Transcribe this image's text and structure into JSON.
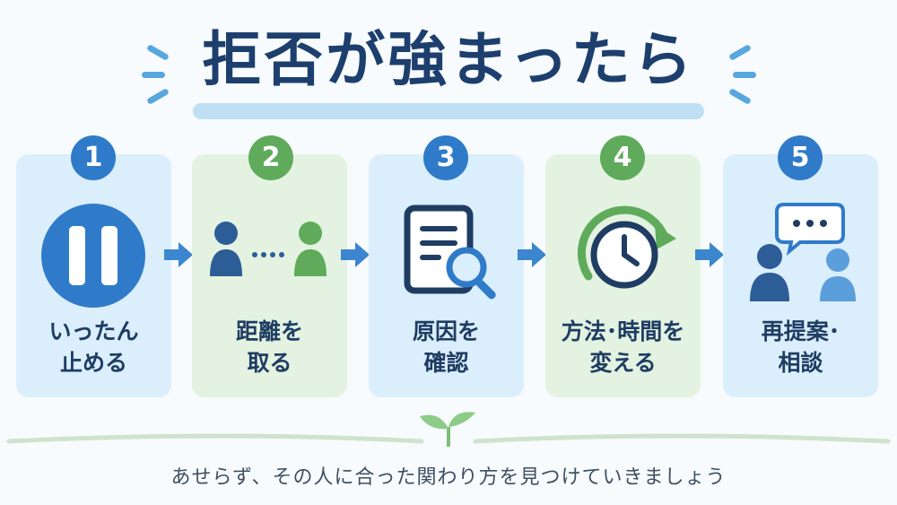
{
  "title": "拒否が強まったら",
  "colors": {
    "navy": "#1d3f6e",
    "blue": "#2f7bc9",
    "green": "#5fab5b",
    "panel_blue": "#dbeefb",
    "panel_green": "#e3f2e1"
  },
  "steps": [
    {
      "number": "1",
      "line1": "いったん",
      "line2": "止める",
      "icon": "pause-icon"
    },
    {
      "number": "2",
      "line1": "距離を",
      "line2": "取る",
      "icon": "people-distance-icon"
    },
    {
      "number": "3",
      "line1": "原因を",
      "line2": "確認",
      "icon": "document-search-icon"
    },
    {
      "number": "4",
      "line1": "方法･時間を",
      "line2": "変える",
      "icon": "clock-cycle-icon"
    },
    {
      "number": "5",
      "line1": "再提案･",
      "line2": "相談",
      "icon": "people-chat-icon"
    }
  ],
  "footer": "あせらず、その人に合った関わり方を見つけていきましょう"
}
